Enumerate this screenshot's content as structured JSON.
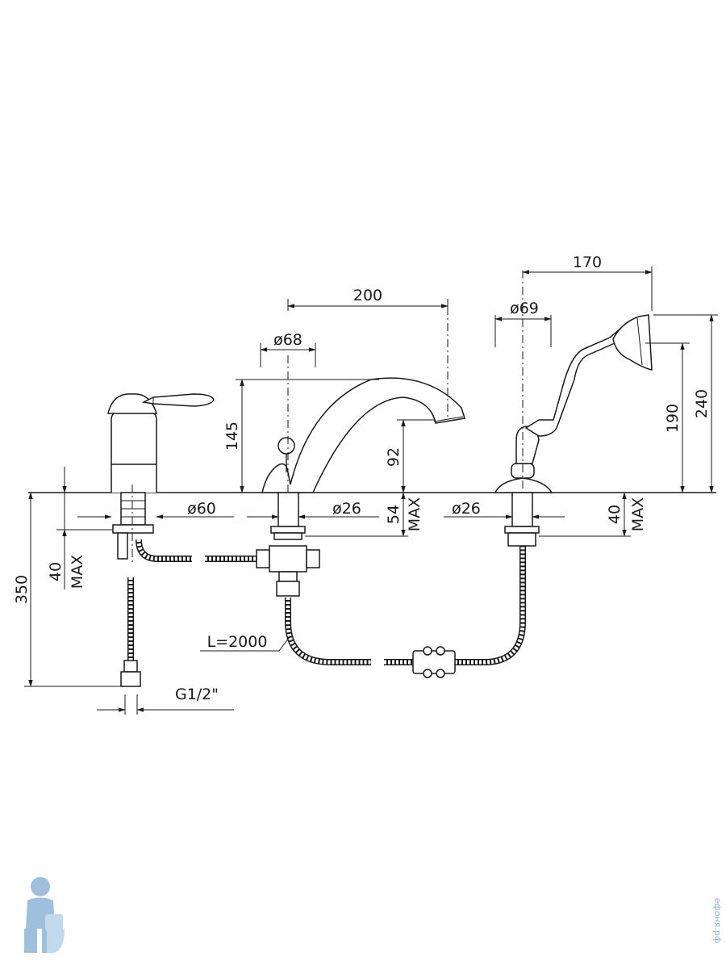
{
  "dimensions": {
    "spout_reach": "200",
    "spout_base_dia": "ø68",
    "shower_reach": "170",
    "shower_base_dia": "ø69",
    "spout_height": "145",
    "spout_outlet_height": "92",
    "shower_holder_height": "190",
    "shower_total_height": "240",
    "mixer_dia": "ø60",
    "spout_shank_dia": "ø26",
    "shower_shank_dia": "ø26",
    "spout_max_thickness": "54",
    "spout_max_label": "MAX",
    "shower_max_thickness": "40",
    "shower_max_label": "MAX",
    "mixer_max_thickness": "40",
    "mixer_max_label": "MAX",
    "supply_hose_length": "350",
    "shower_hose_length": "L=2000",
    "thread_size": "G1/2\""
  },
  "watermark": {
    "text": "ефоня.рф"
  }
}
